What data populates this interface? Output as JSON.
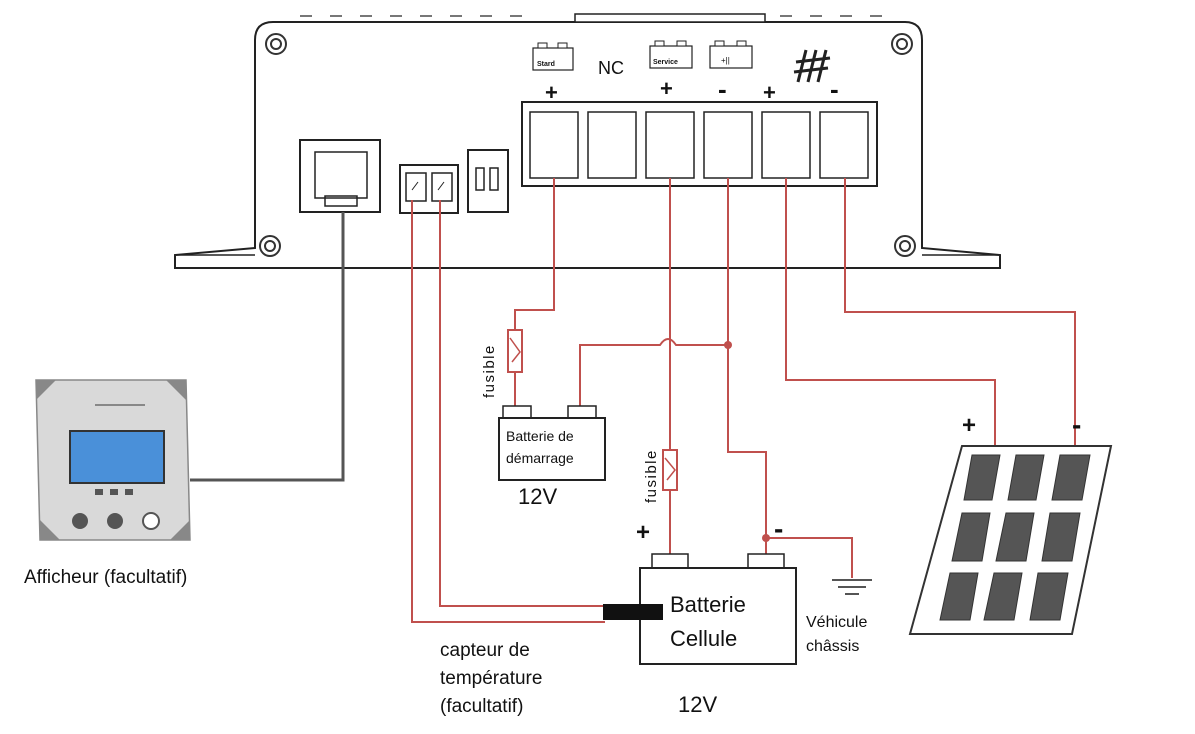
{
  "controller": {
    "terminal_icons": {
      "start_icon_text": "Stard",
      "service_icon_text": "Service",
      "battery_icon_text": "+||"
    },
    "nc_label": "NC",
    "terminal_signs": [
      "+",
      "+",
      "-",
      "+",
      "-"
    ]
  },
  "display": {
    "caption": "Afficheur (facultatif)"
  },
  "fuse_label": "fusible",
  "start_battery": {
    "label_line1": "Batterie de",
    "label_line2": "démarrage",
    "voltage": "12V"
  },
  "cell_battery": {
    "label_line1": "Batterie",
    "label_line2": "Cellule",
    "voltage": "12V",
    "plus": "+",
    "minus": "-"
  },
  "chassis": {
    "line1": "Véhicule",
    "line2": "châssis"
  },
  "temp_sensor": {
    "line1": "capteur de",
    "line2": "température",
    "line3": "(facultatif)"
  },
  "solar_panel": {
    "plus": "+",
    "minus": "-"
  },
  "colors": {
    "wire_red": "#c0504d",
    "wire_dark": "#555555",
    "outline": "#222222",
    "display_screen": "#4a90d9",
    "panel_cell": "#555555"
  }
}
